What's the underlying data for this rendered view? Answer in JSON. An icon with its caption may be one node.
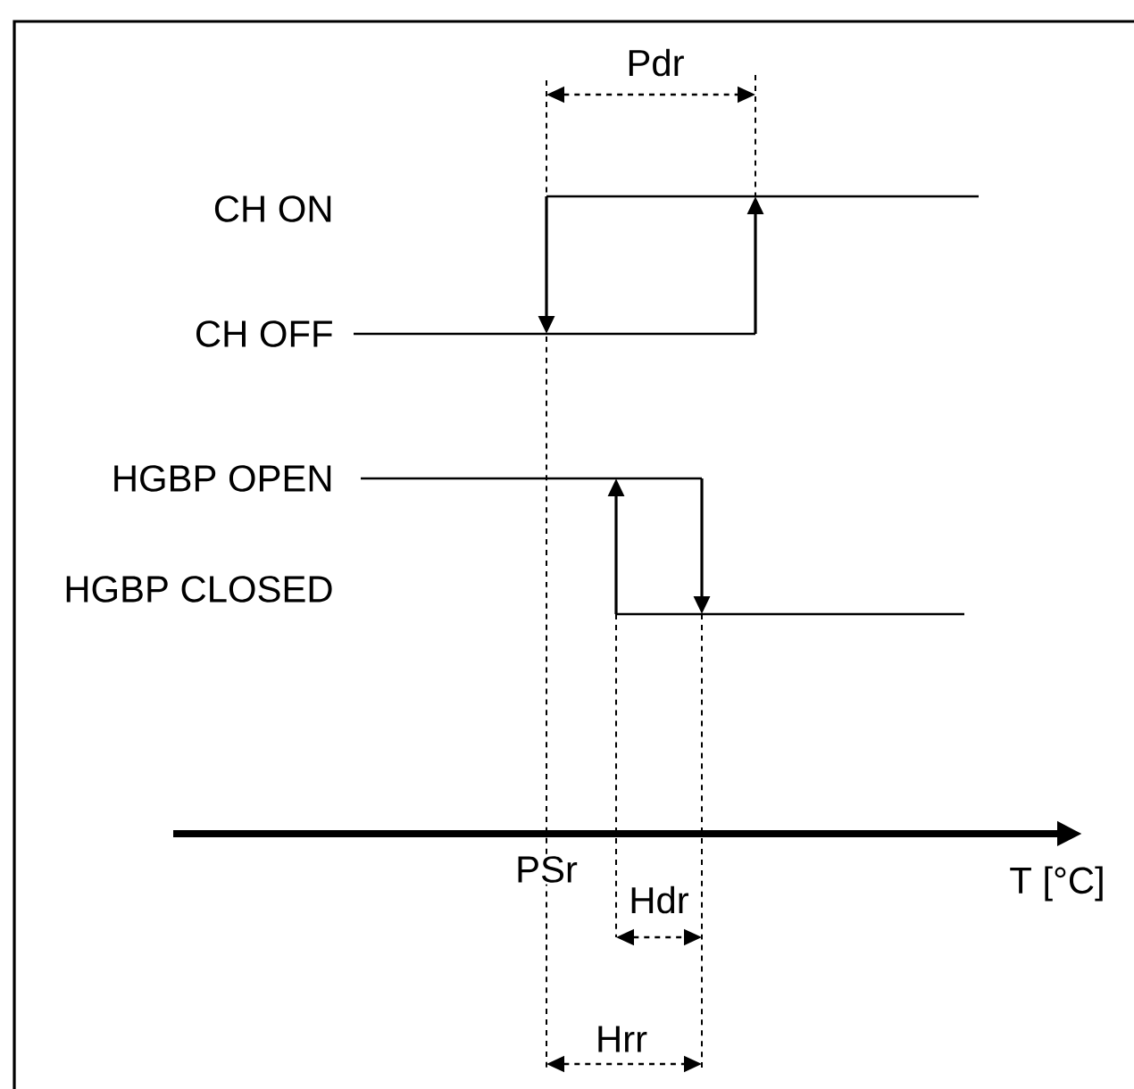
{
  "diagram": {
    "labels": [
      "Pdr",
      "CH ON",
      "CH OFF",
      "HGBP OPEN",
      "HGBP CLOSED",
      "PSr",
      "T [°C]",
      "Hdr",
      "Hrr"
    ]
  }
}
